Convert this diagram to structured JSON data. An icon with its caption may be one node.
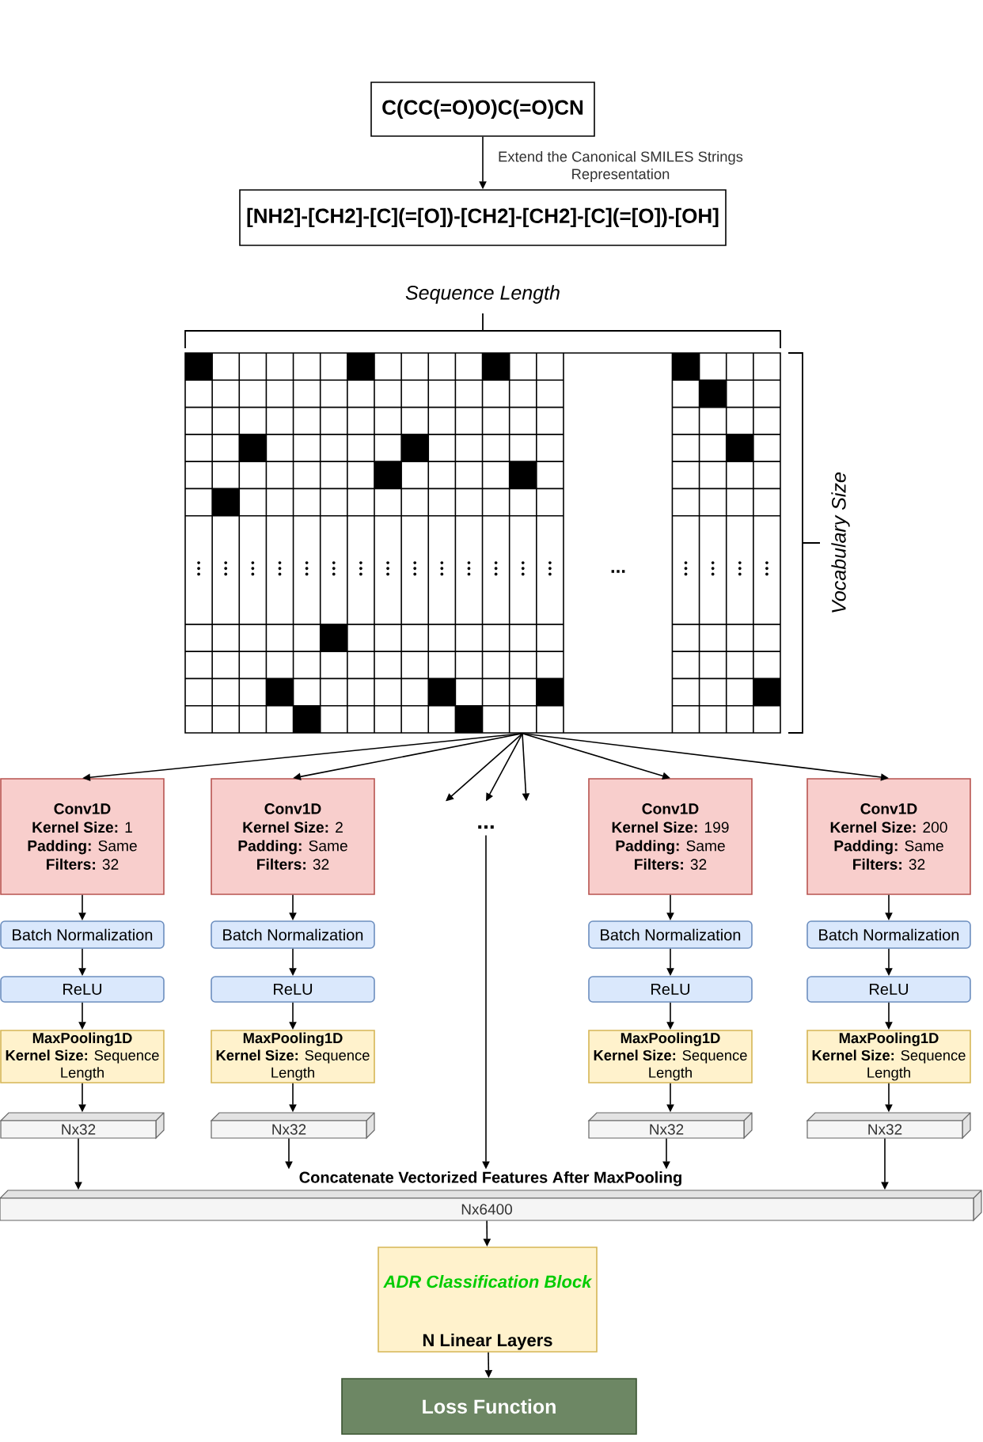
{
  "diagram": {
    "nodes": [
      {
        "text": [
          "C(CC(=O)O)C(=O)CN"
        ]
      },
      {
        "text": [
          "[NH2]-[CH2]-[C](=[O])-[CH2]-[CH2]-[C](=[O])-[OH]"
        ]
      },
      {
        "text": [],
        "shape": "grid"
      },
      {
        "text": [
          "Conv1D",
          "**Kernel Size:** 1",
          "**Padding:** Same",
          "**Filters:** 32"
        ]
      },
      {
        "text": [
          "Conv1D",
          "**Kernel Size:** 2",
          "**Padding:** Same",
          "**Filters:** 32"
        ]
      },
      {
        "text": [
          "..."
        ]
      },
      {
        "text": [
          "Conv1D",
          "**Kernel Size:** 199",
          "**Padding:** Same",
          "**Filters:** 32"
        ]
      },
      {
        "text": [
          "Conv1D",
          "**Kernel Size:** 200",
          "**Padding:** Same",
          "**Filters:** 32"
        ]
      },
      {
        "text": [
          "Batch Normalization"
        ]
      },
      {
        "text": [
          "Batch Normalization"
        ]
      },
      {
        "text": [
          "Batch Normalization"
        ]
      },
      {
        "text": [
          "Batch Normalization"
        ]
      },
      {
        "text": [
          "ReLU"
        ]
      },
      {
        "text": [
          "ReLU"
        ]
      },
      {
        "text": [
          "ReLU"
        ]
      },
      {
        "text": [
          "ReLU"
        ]
      },
      {
        "text": [
          "MaxPooling1D",
          "**Kernel Size:** Sequence Length"
        ]
      },
      {
        "text": [
          "MaxPooling1D",
          "**Kernel Size:** Sequence Length"
        ]
      },
      {
        "text": [
          "MaxPooling1D",
          "**Kernel Size:** Sequence Length"
        ]
      },
      {
        "text": [
          "MaxPooling1D",
          "**Kernel Size:** Sequence Length"
        ]
      },
      {
        "text": [
          "Nx32"
        ]
      },
      {
        "text": [
          "Nx32"
        ]
      },
      {
        "text": [
          "Nx32"
        ]
      },
      {
        "text": [
          "Nx32"
        ]
      },
      {
        "text": [
          "Nx6400"
        ],
        "beside": [
          "Concatenate Vectorized Features After MaxPooling"
        ]
      },
      {
        "text": [
          "ADR Classification Block",
          "N Linear Layers"
        ]
      },
      {
        "text": [
          "Loss Function"
        ]
      }
    ],
    "edges": [
      {
        "from": 0,
        "to": 1,
        "arrow": "to",
        "label": "Extend the Canonical SMILES Strings Representation"
      },
      {
        "from": 2,
        "to": 3,
        "arrow": "to"
      },
      {
        "from": 2,
        "to": 4,
        "arrow": "to"
      },
      {
        "from": 2,
        "to": 5,
        "arrow": "to"
      },
      {
        "from": 2,
        "to": 5,
        "arrow": "to"
      },
      {
        "from": 2,
        "to": 5,
        "arrow": "to"
      },
      {
        "from": 2,
        "to": 6,
        "arrow": "to"
      },
      {
        "from": 2,
        "to": 7,
        "arrow": "to"
      },
      {
        "from": 3,
        "to": 8,
        "arrow": "to"
      },
      {
        "from": 4,
        "to": 9,
        "arrow": "to"
      },
      {
        "from": 6,
        "to": 10,
        "arrow": "to"
      },
      {
        "from": 7,
        "to": 11,
        "arrow": "to"
      },
      {
        "from": 8,
        "to": 12,
        "arrow": "to"
      },
      {
        "from": 9,
        "to": 13,
        "arrow": "to"
      },
      {
        "from": 10,
        "to": 14,
        "arrow": "to"
      },
      {
        "from": 11,
        "to": 15,
        "arrow": "to"
      },
      {
        "from": 12,
        "to": 16,
        "arrow": "to"
      },
      {
        "from": 13,
        "to": 17,
        "arrow": "to"
      },
      {
        "from": 14,
        "to": 18,
        "arrow": "to"
      },
      {
        "from": 15,
        "to": 19,
        "arrow": "to"
      },
      {
        "from": 16,
        "to": 20,
        "arrow": "to"
      },
      {
        "from": 17,
        "to": 21,
        "arrow": "to"
      },
      {
        "from": 18,
        "to": 22,
        "arrow": "to"
      },
      {
        "from": 19,
        "to": 23,
        "arrow": "to"
      },
      {
        "from": 20,
        "to": 24,
        "arrow": "to"
      },
      {
        "from": 21,
        "to": 24,
        "arrow": "to"
      },
      {
        "from": 5,
        "to": 24,
        "arrow": "to"
      },
      {
        "from": 22,
        "to": 24,
        "arrow": "to"
      },
      {
        "from": 23,
        "to": 24,
        "arrow": "to"
      },
      {
        "from": 24,
        "to": 25,
        "arrow": "to"
      },
      {
        "from": 25,
        "to": 26,
        "arrow": "to"
      }
    ],
    "labels": [
      "Sequence Length",
      "Vocabulary Size",
      "..."
    ]
  }
}
